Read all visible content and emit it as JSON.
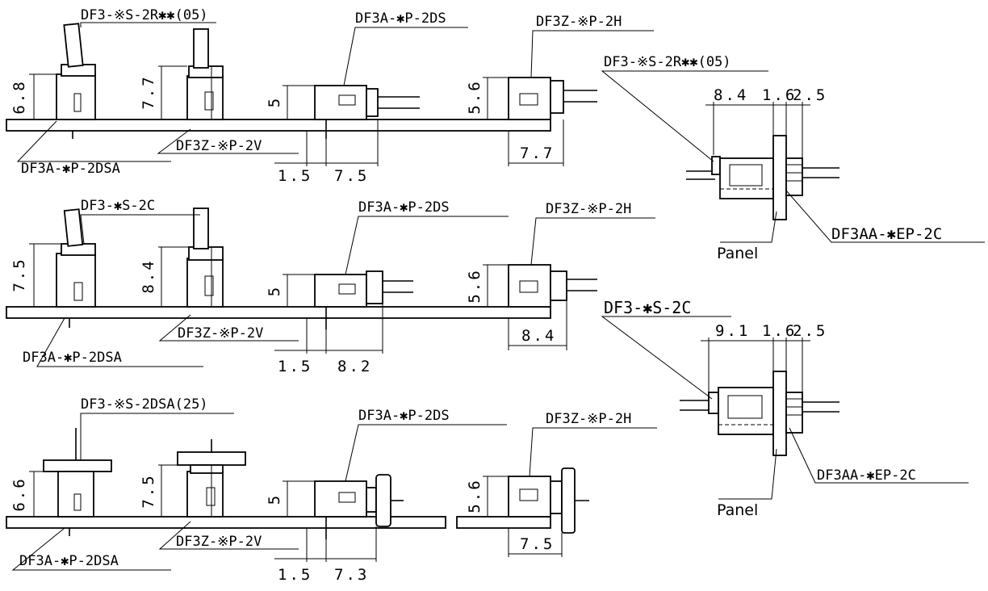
{
  "rows": [
    {
      "vertical_receptacle_label": "DF3-※S-2R✱✱(05)",
      "header_label": "DF3A-✱P-2DSA",
      "vertical_header_label": "DF3Z-※P-2V",
      "right_angle_label": "DF3A-✱P-2DS",
      "horizontal_header_label": "DF3Z-※P-2H",
      "height_receptacle": "6.8",
      "height_vertical": "7.7",
      "height_right_angle": "5",
      "height_horizontal": "5.6",
      "offset": "1.5",
      "length_right_angle": "7.5",
      "length_horizontal": "7.7"
    },
    {
      "vertical_receptacle_label": "DF3-✱S-2C",
      "header_label": "DF3A-✱P-2DSA",
      "vertical_header_label": "DF3Z-※P-2V",
      "right_angle_label": "DF3A-✱P-2DS",
      "horizontal_header_label": "DF3Z-※P-2H",
      "height_receptacle": "7.5",
      "height_vertical": "8.4",
      "height_right_angle": "5",
      "height_horizontal": "5.6",
      "offset": "1.5",
      "length_right_angle": "8.2",
      "length_horizontal": "8.4"
    },
    {
      "vertical_receptacle_label": "DF3-※S-2DSA(25)",
      "header_label": "DF3A-✱P-2DSA",
      "vertical_header_label": "DF3Z-※P-2V",
      "right_angle_label": "DF3A-✱P-2DS",
      "horizontal_header_label": "DF3Z-※P-2H",
      "height_receptacle": "6.6",
      "height_vertical": "7.5",
      "height_right_angle": "5",
      "height_horizontal": "5.6",
      "offset": "1.5",
      "length_right_angle": "7.3",
      "length_horizontal": "7.5"
    }
  ],
  "panel_views": [
    {
      "receptacle_label": "DF3-※S-2R✱✱(05)",
      "dim_a": "8.4",
      "dim_b": "1.6",
      "dim_c": "2.5",
      "panel_label": "Panel",
      "plug_label": "DF3AA-✱EP-2C"
    },
    {
      "receptacle_label": "DF3-✱S-2C",
      "dim_a": "9.1",
      "dim_b": "1.6",
      "dim_c": "2.5",
      "panel_label": "Panel",
      "plug_label": "DF3AA-✱EP-2C"
    }
  ]
}
